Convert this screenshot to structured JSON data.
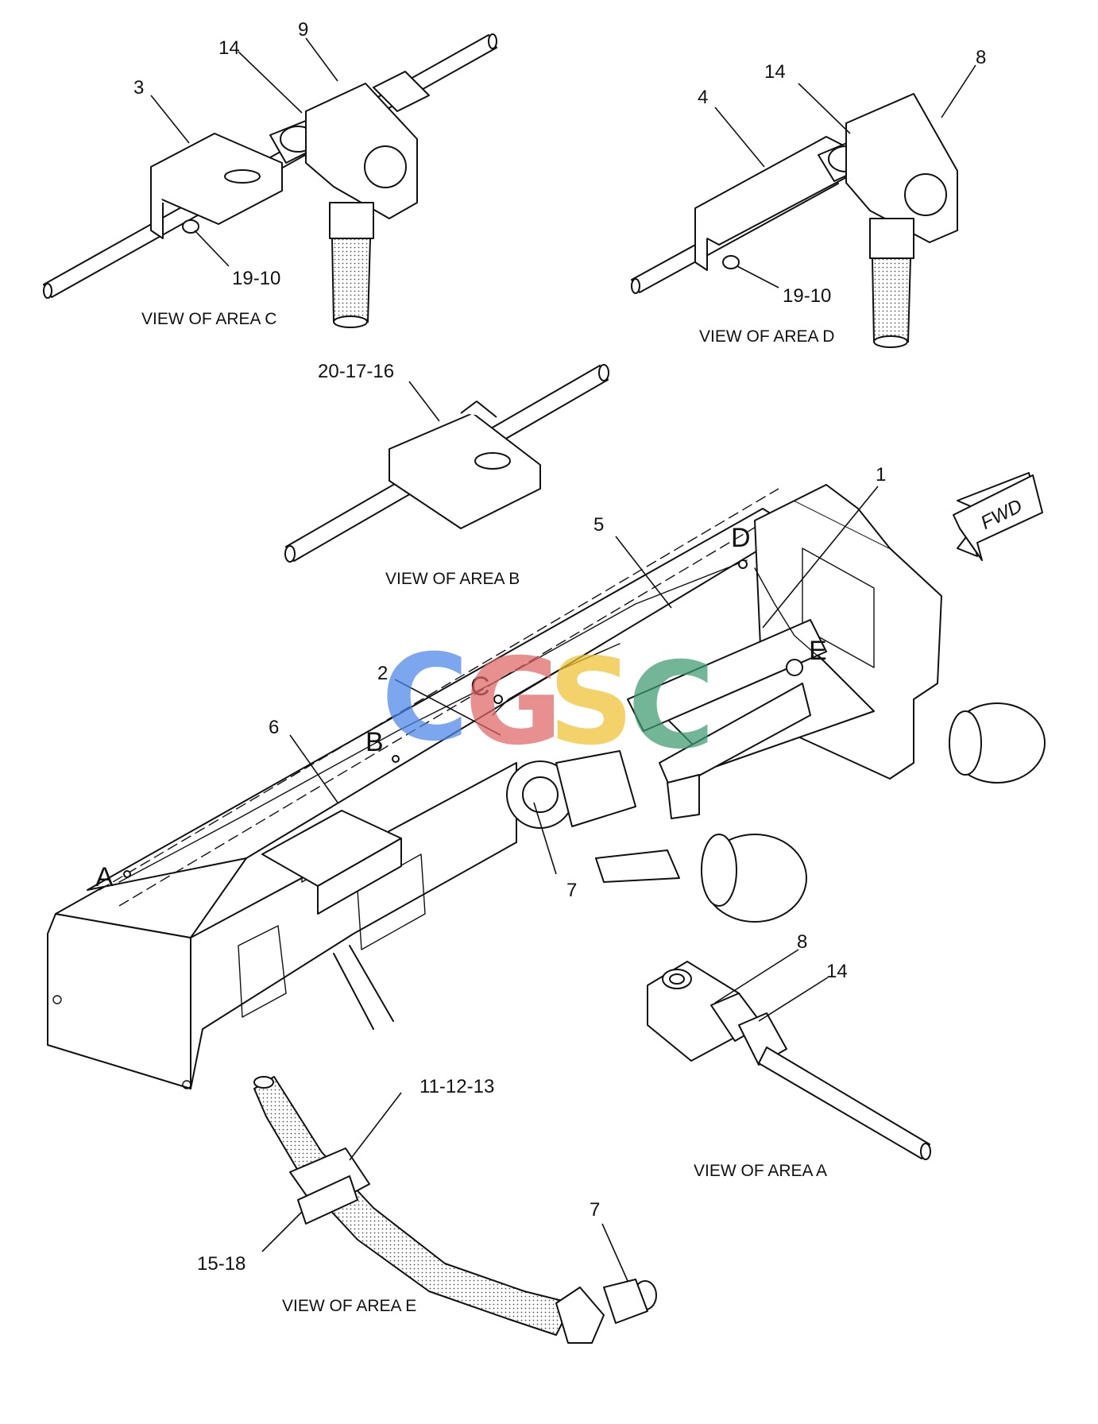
{
  "callouts": {
    "c1": "1",
    "c2": "2",
    "c3": "3",
    "c4": "4",
    "c5": "5",
    "c6": "6",
    "c7_main": "7",
    "c7_e": "7",
    "c8_d": "8",
    "c8_a": "8",
    "c9": "9",
    "c14_c": "14",
    "c14_d": "14",
    "c14_a": "14",
    "c19_10_c": "19-10",
    "c19_10_d": "19-10",
    "c20_17_16": "20-17-16",
    "c11_12_13": "11-12-13",
    "c15_18": "15-18"
  },
  "area_titles": {
    "c": "VIEW OF AREA C",
    "d": "VIEW OF AREA D",
    "b": "VIEW OF AREA B",
    "a": "VIEW OF AREA A",
    "e": "VIEW OF AREA E"
  },
  "area_letters": {
    "a": "A",
    "b": "B",
    "c": "C",
    "d": "D",
    "e": "E"
  },
  "fwd_arrow": "FWD",
  "watermark": {
    "letters": [
      "C",
      "G",
      "S",
      "C"
    ],
    "colors": [
      "#4a86e8",
      "#e06666",
      "#f1c232",
      "#3d9970"
    ]
  }
}
